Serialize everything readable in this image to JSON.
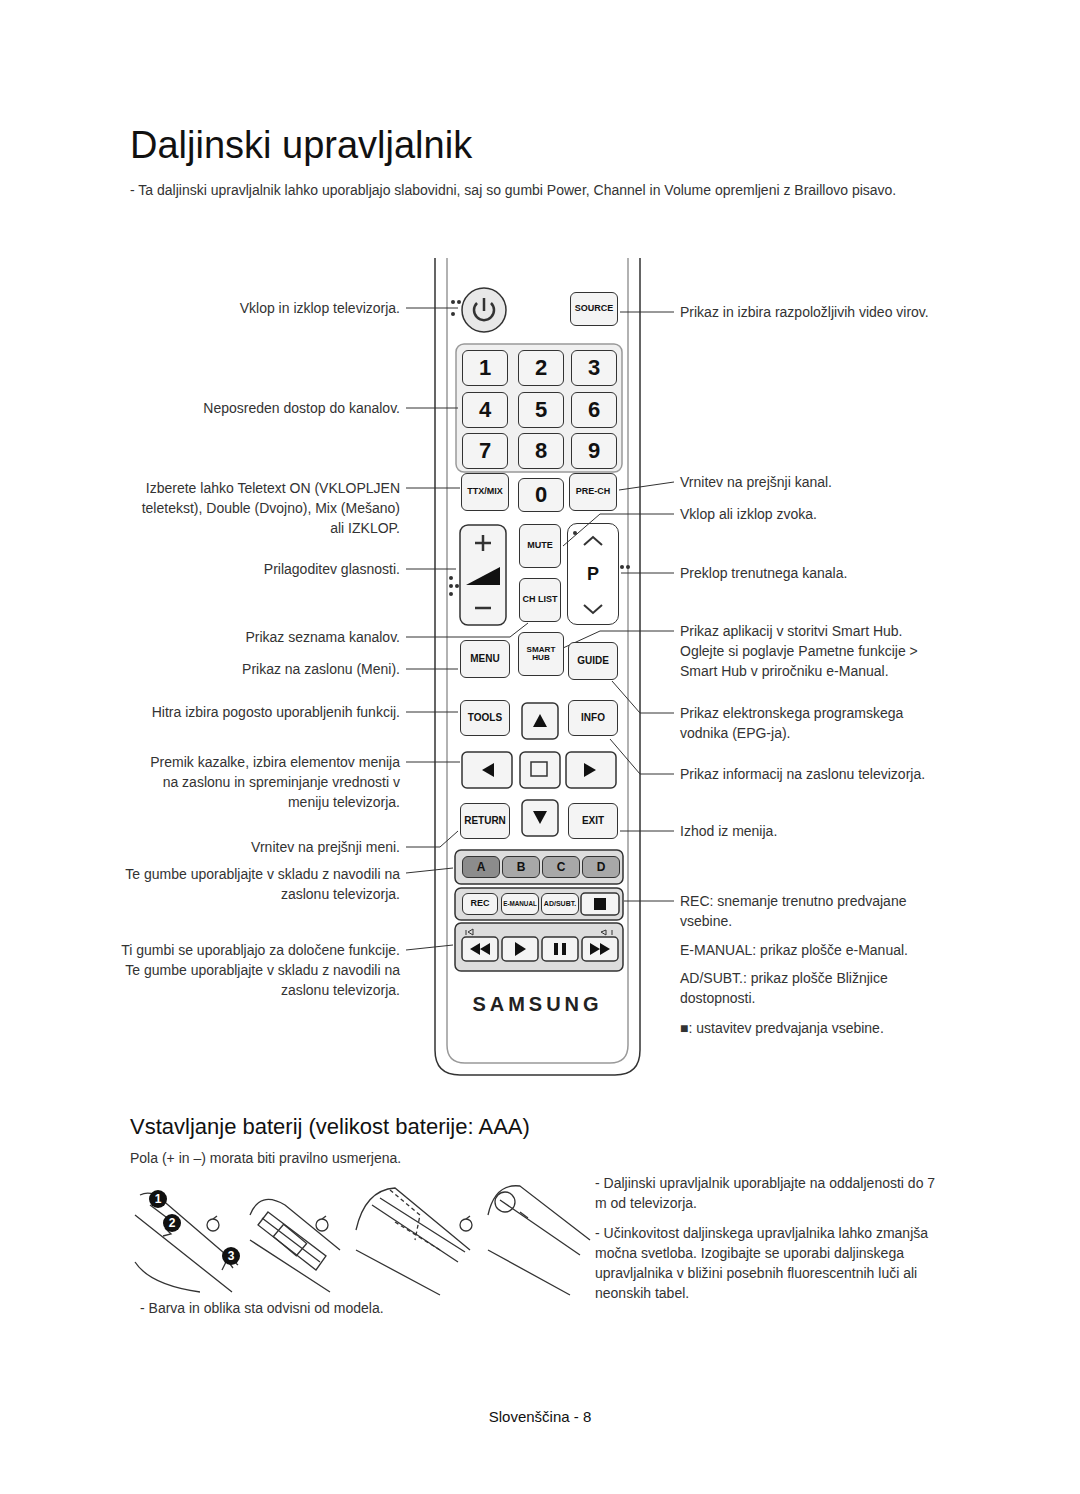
{
  "diagram": {
    "title": "Daljinski upravljalnik",
    "nodes": [
      {
        "text": [
          "SAMSUNG"
        ]
      },
      {
        "text": [
          "SOURCE"
        ],
        "in": 0
      },
      {
        "text": [
          "1"
        ],
        "in": 0
      },
      {
        "text": [
          "2"
        ],
        "in": 0
      },
      {
        "text": [
          "3"
        ],
        "in": 0
      },
      {
        "text": [
          "4"
        ],
        "in": 0
      },
      {
        "text": [
          "5"
        ],
        "in": 0
      },
      {
        "text": [
          "6"
        ],
        "in": 0
      },
      {
        "text": [
          "7"
        ],
        "in": 0
      },
      {
        "text": [
          "8"
        ],
        "in": 0
      },
      {
        "text": [
          "9"
        ],
        "in": 0
      },
      {
        "text": [
          "TTX/MIX"
        ],
        "in": 0
      },
      {
        "text": [
          "0"
        ],
        "in": 0
      },
      {
        "text": [
          "PRE-CH"
        ],
        "in": 0
      },
      {
        "text": [
          "MUTE"
        ],
        "in": 0
      },
      {
        "text": [
          "P"
        ],
        "in": 0
      },
      {
        "text": [
          "CH LIST"
        ],
        "in": 0
      },
      {
        "text": [
          "MENU"
        ],
        "in": 0
      },
      {
        "text": [
          "SMART HUB"
        ],
        "in": 0
      },
      {
        "text": [
          "GUIDE"
        ],
        "in": 0
      },
      {
        "text": [
          "TOOLS"
        ],
        "in": 0
      },
      {
        "text": [
          "INFO"
        ],
        "in": 0
      },
      {
        "text": [
          "RETURN"
        ],
        "in": 0
      },
      {
        "text": [
          "EXIT"
        ],
        "in": 0
      },
      {
        "text": [
          "A"
        ],
        "in": 0
      },
      {
        "text": [
          "B"
        ],
        "in": 0
      },
      {
        "text": [
          "C"
        ],
        "in": 0
      },
      {
        "text": [
          "D"
        ],
        "in": 0
      },
      {
        "text": [
          "REC"
        ],
        "in": 0
      },
      {
        "text": [
          "E-MANUAL"
        ],
        "in": 0
      },
      {
        "text": [
          "AD/SUBT."
        ],
        "in": 0
      }
    ],
    "labels": [
      "- Ta daljinski upravljalnik lahko uporabljajo slabovidni, saj so gumbi Power, Channel in Volume opremljeni z Braillovo pisavo.",
      "Vklop in izklop televizorja.",
      "Neposreden dostop do kanalov.",
      "Izberete lahko Teletext ON (VKLOPLJEN teletekst), Double (Dvojno), Mix (Mešano) ali IZKLOP.",
      "Prilagoditev glasnosti.",
      "Prikaz seznama kanalov.",
      "Prikaz na zaslonu (Meni).",
      "Hitra izbira pogosto uporabljenih funkcij.",
      "Premik kazalke, izbira elementov menija na zaslonu in spreminjanje vrednosti v meniju televizorja.",
      "Vrnitev na prejšnji meni.",
      "Te gumbe uporabljajte v skladu z navodili na zaslonu televizorja.",
      "Ti gumbi se uporabljajo za določene funkcije. Te gumbe uporabljajte v skladu z navodili na zaslonu televizorja.",
      "Prikaz in izbira razpoložljivih video virov.",
      "Vrnitev na prejšnji kanal.",
      "Vklop ali izklop zvoka.",
      "Preklop trenutnega kanala.",
      "Prikaz aplikacij v storitvi Smart Hub. Oglejte si poglavje Pametne funkcije > Smart Hub v priročniku e-Manual.",
      "Prikaz elektronskega programskega vodnika (EPG-ja).",
      "Prikaz informacij na zaslonu televizorja.",
      "Izhod iz menija.",
      "REC: snemanje trenutno predvajane vsebine.",
      "E-MANUAL: prikaz plošče e-Manual.",
      "AD/SUBT.: prikaz plošče Bližnjice dostopnosti.",
      "■: ustavitev predvajanja vsebine.",
      "Vstavljanje baterij (velikost baterije: AAA)",
      "Pola (+ in –) morata biti pravilno usmerjena.",
      "1",
      "2",
      "3",
      "- Barva in oblika sta odvisni od modela.",
      "- Daljinski upravljalnik uporabljajte na oddaljenosti do 7 m od televizorja.",
      "- Učinkovitost daljinskega upravljalnika lahko zmanjša močna svetloba. Izogibajte se uporabi daljinskega upravljalnika v bližini posebnih fluorescentnih luči ali neonskih tabel.",
      "Slovenščina - 8"
    ]
  }
}
